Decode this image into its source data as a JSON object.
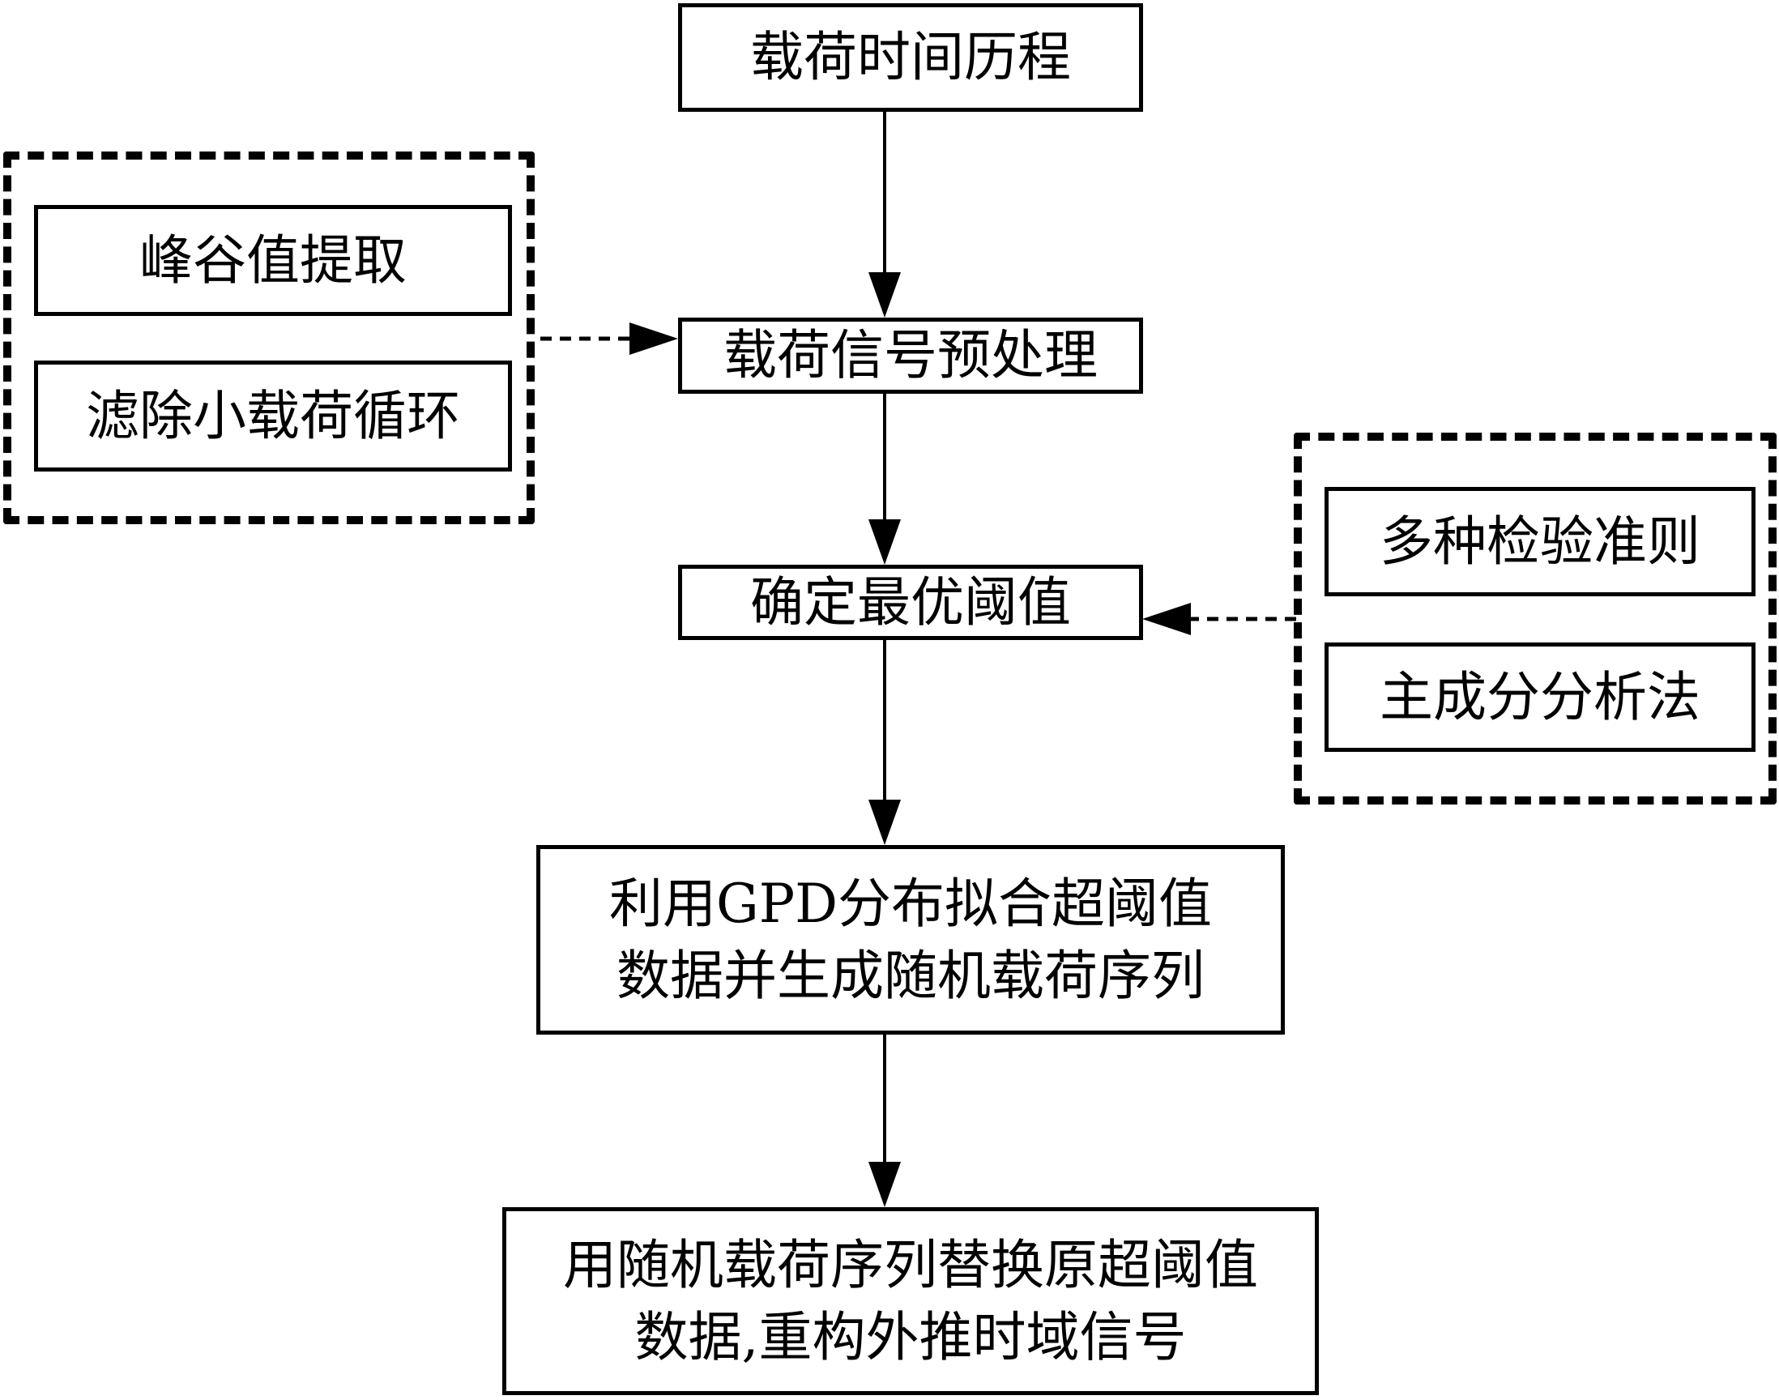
{
  "flow": {
    "steps": [
      {
        "lines": [
          "载荷时间历程"
        ]
      },
      {
        "lines": [
          "载荷信号预处理"
        ]
      },
      {
        "lines": [
          "确定最优阈值"
        ]
      },
      {
        "lines": [
          "利用GPD分布拟合超阈值",
          "数据并生成随机载荷序列"
        ]
      },
      {
        "lines": [
          "用随机载荷序列替换原超阈值",
          "数据,重构外推时域信号"
        ]
      }
    ]
  },
  "preprocess_group": {
    "items": [
      "峰谷值提取",
      "滤除小载荷循环"
    ]
  },
  "threshold_group": {
    "items": [
      "多种检验准则",
      "主成分分析法"
    ]
  },
  "colors": {
    "line": "#000000",
    "background": "#ffffff"
  }
}
